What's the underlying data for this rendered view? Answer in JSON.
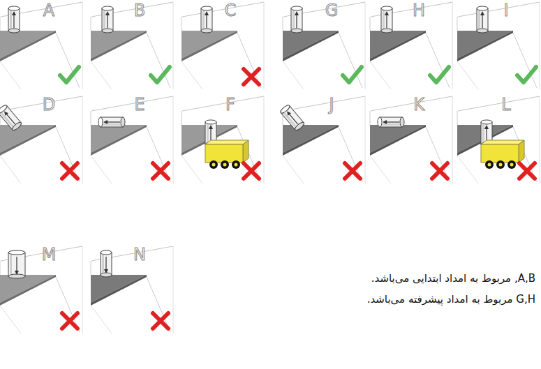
{
  "diagram": {
    "labels": [
      "A",
      "B",
      "C",
      "D",
      "E",
      "F",
      "G",
      "H",
      "I",
      "J",
      "K",
      "L",
      "M",
      "N",
      "A,B, مربوط به امداد ابتدایی می‌باشد.",
      "G,H مربوط به امداد پیشرفته می‌باشد."
    ]
  }
}
